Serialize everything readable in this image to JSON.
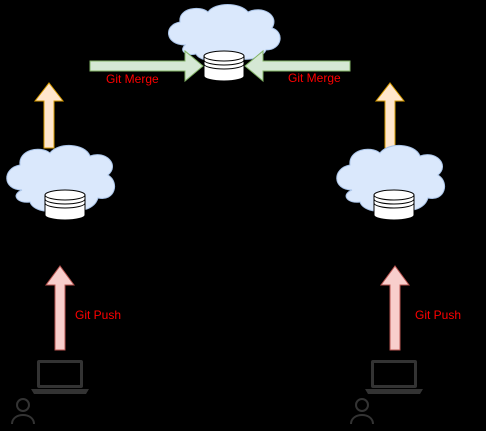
{
  "background_color": "#000000",
  "labels": {
    "merge_left": "Git Merge",
    "merge_right": "Git Merge",
    "push_left": "Git Push",
    "push_right": "Git Push"
  },
  "colors": {
    "label_text": "#ff0000",
    "cloud_fill": "#dae8fc",
    "cloud_stroke": "#aac4e8",
    "merge_arrow_fill": "#d5e8d4",
    "merge_arrow_stroke": "#82b366",
    "up_arrow_fill": "#ffe6cc",
    "up_arrow_stroke": "#d79b00",
    "push_arrow_fill": "#f8cecc",
    "push_arrow_stroke": "#b85450",
    "db_fill": "#ffffff",
    "db_stroke": "#000000",
    "laptop_fill": "#333333",
    "user_icon": "#333333"
  },
  "icons": [
    "cloud-icon",
    "database-icon",
    "laptop-icon",
    "user-icon"
  ]
}
